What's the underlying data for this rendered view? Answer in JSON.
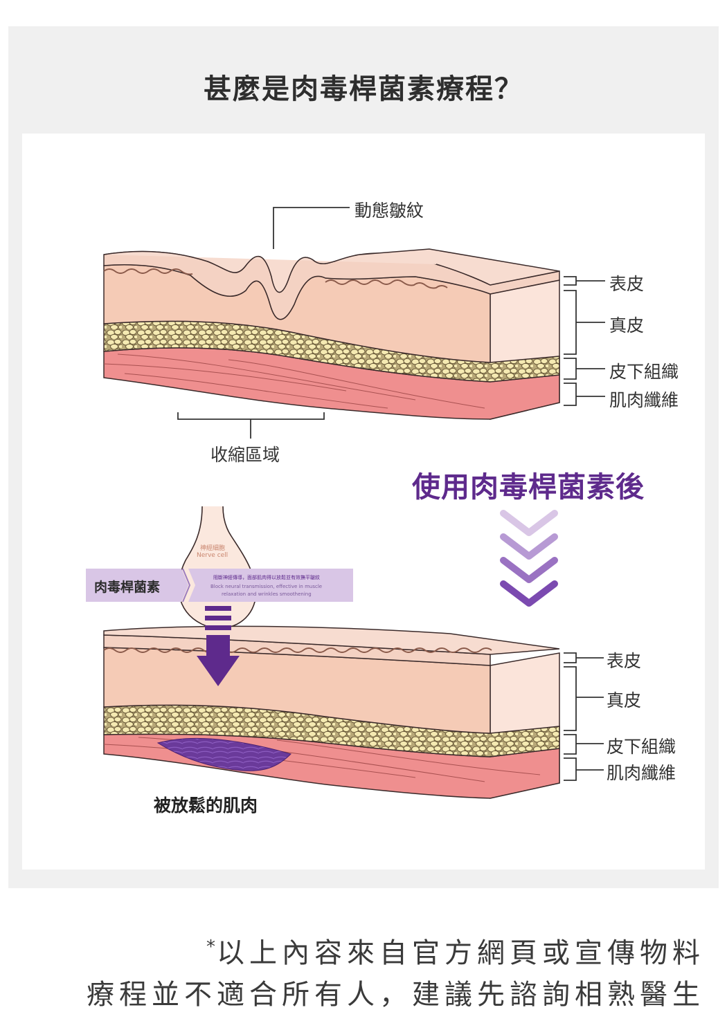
{
  "title": "甚麼是肉毒桿菌素療程？",
  "before": {
    "wrinkle_label": "動態皺紋",
    "contraction_label": "收縮區域",
    "layers": [
      "表皮",
      "真皮",
      "皮下組織",
      "肌肉纖維"
    ]
  },
  "after": {
    "title": "使用肉毒桿菌素後",
    "botox_label": "肉毒桿菌素",
    "nerve_cell_zh": "神經細胞",
    "nerve_cell_en": "Nerve cell",
    "info_zh": "阻斷神經傳導，面部肌肉得以放鬆並有效撫平皺紋",
    "info_en_1": "Block neural transmission, effective in muscle",
    "info_en_2": "relaxation and wrinkles smoothening",
    "relaxed_label": "被放鬆的肌肉",
    "layers": [
      "表皮",
      "真皮",
      "皮下組織",
      "肌肉纖維"
    ]
  },
  "footer": {
    "asterisk": "*",
    "line1": "以上內容來自官方網頁或宣傳物料",
    "line2": "療程並不適合所有人，建議先諮詢相熟醫生"
  },
  "colors": {
    "epidermis": "#f4d2c3",
    "dermis": "#f5cbb6",
    "fat": "#f5eab2",
    "muscle": "#ef8f8f",
    "accent": "#5e2a8c",
    "tag": "#d9c6e6"
  }
}
